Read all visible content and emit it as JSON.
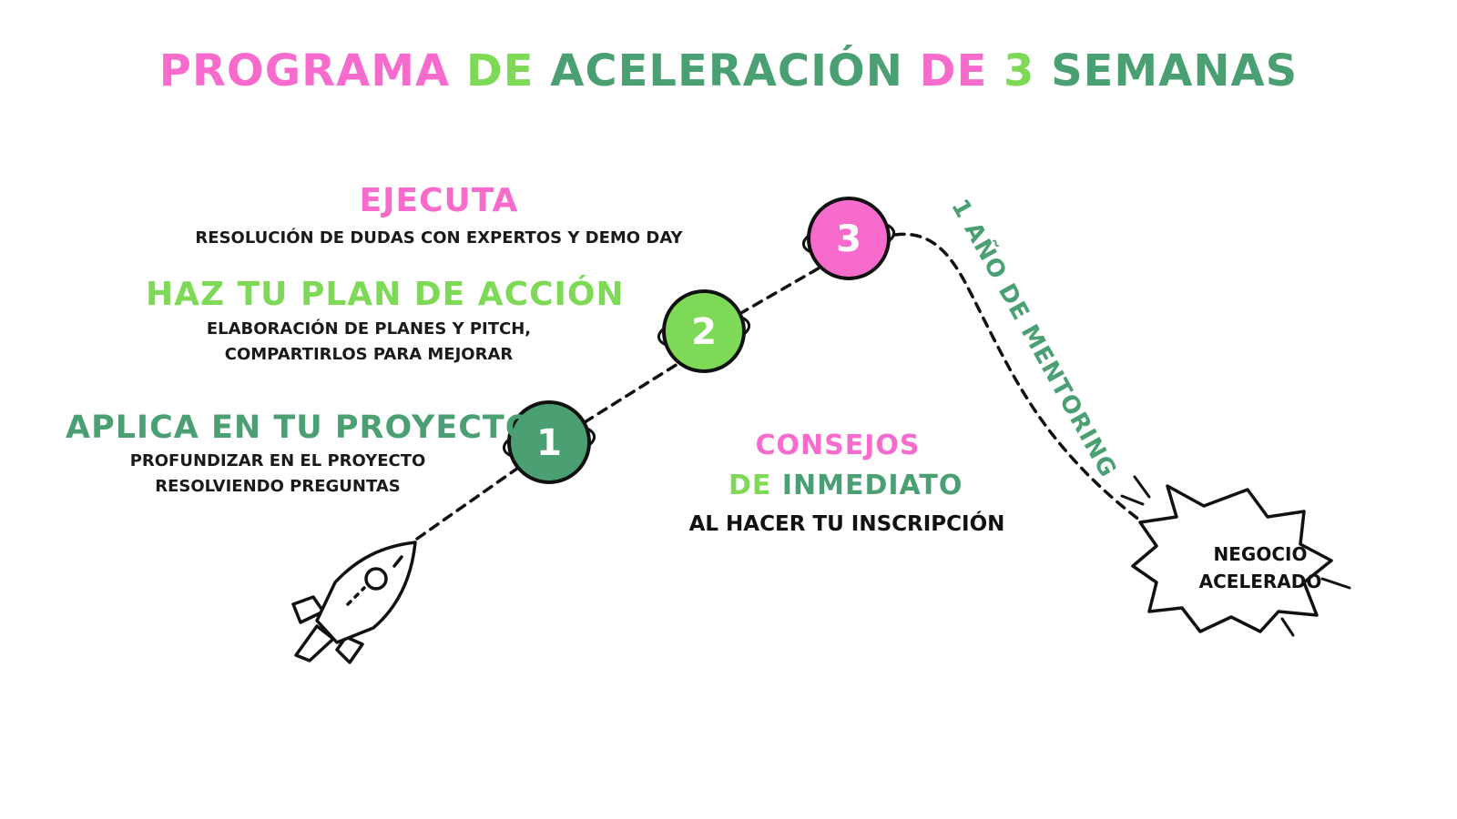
{
  "colors": {
    "pink": "#f76bcc",
    "green_light": "#7ed957",
    "green_dark": "#4aa073",
    "ink": "#111111"
  },
  "title": {
    "part1": "PROGRAMA ",
    "part2": "DE ",
    "part3": "ACELERACIÓN ",
    "part4": "DE ",
    "part5": "3 ",
    "part6": "SEMANAS"
  },
  "steps": [
    {
      "number": "1",
      "heading": "APLICA EN TU PROYECTO",
      "desc_line1": "PROFUNDIZAR EN EL PROYECTO",
      "desc_line2": "RESOLVIENDO PREGUNTAS"
    },
    {
      "number": "2",
      "heading": "HAZ TU PLAN DE ACCIÓN",
      "desc_line1": "ELABORACIÓN DE PLANES Y PITCH,",
      "desc_line2": "COMPARTIRLOS PARA MEJORAR"
    },
    {
      "number": "3",
      "heading": "EJECUTA",
      "desc_line1": "RESOLUCIÓN DE DUDAS CON EXPERTOS Y DEMO DAY"
    }
  ],
  "mentoring_label": "1 AÑO DE MENTORING",
  "consejos": {
    "line1": "CONSEJOS",
    "line2_a": "DE ",
    "line2_b": "INMEDIATO",
    "line3": "AL HACER TU INSCRIPCIÓN"
  },
  "goal": {
    "line1": "NEGOCIO",
    "line2": "ACELERADO"
  },
  "icons": {
    "rocket": "rocket-icon",
    "burst": "burst-icon"
  }
}
